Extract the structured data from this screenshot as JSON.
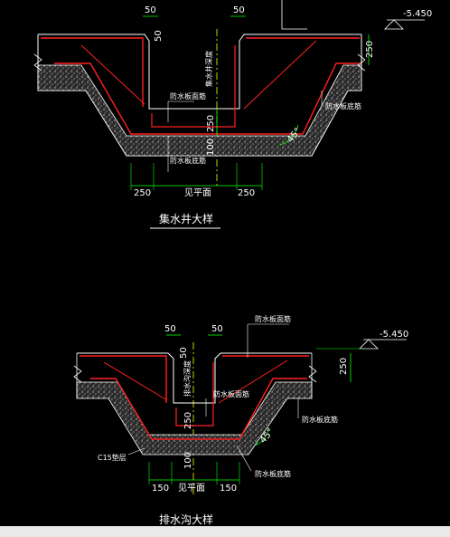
{
  "colors": {
    "background": "#000000",
    "outline": "#ffffff",
    "rebar": "#ff2020",
    "dimension": "#00ff00",
    "leader": "#ffffff",
    "axis": "#ffff00",
    "concrete_fill": "#7a7a7a"
  },
  "sump_pit": {
    "title": "集水井大样",
    "elevation": "-5.450",
    "dim_top_left": "50",
    "dim_top_right": "50",
    "dim_top_vertical": "50",
    "dim_right_vertical": "250",
    "dim_depth": "250",
    "dim_slab": "100",
    "dim_bottom_left": "250",
    "dim_bottom_mid": "见平面",
    "dim_bottom_right": "250",
    "angle": "45°",
    "label_vertical": "集水井深度",
    "label_top_rebar": "防水板面筋",
    "label_right_rebar": "防水板底筋",
    "label_bottom_rebar": "防水板底筋"
  },
  "drain_trench": {
    "title": "排水沟大样",
    "elevation": "-5.450",
    "dim_top_left": "50",
    "dim_top_right": "50",
    "dim_top_vertical": "50",
    "dim_right_vertical": "250",
    "dim_depth": "250",
    "dim_slab": "100",
    "dim_bottom_left": "150",
    "dim_bottom_mid": "见平面",
    "dim_bottom_right": "150",
    "angle": "45°",
    "label_vertical": "排水沟深度",
    "label_top_rebar": "防水板面筋",
    "label_mid_rebar": "防水板面筋",
    "label_right_rebar": "防水板底筋",
    "label_bottom_rebar": "防水板底筋",
    "label_cushion": "C15垫层"
  }
}
